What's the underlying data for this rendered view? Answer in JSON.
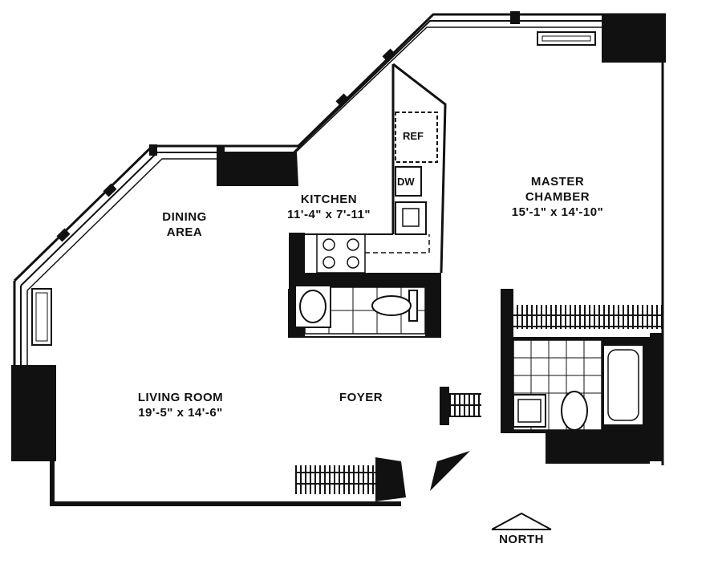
{
  "rooms": {
    "dining": {
      "name_line1": "DINING",
      "name_line2": "AREA"
    },
    "kitchen": {
      "name": "KITCHEN",
      "dims": "11'-4\" x 7'-11\""
    },
    "master": {
      "name_line1": "MASTER",
      "name_line2": "CHAMBER",
      "dims": "15'-1\" x 14'-10\""
    },
    "living": {
      "name": "LIVING ROOM",
      "dims": "19'-5\" x 14'-6\""
    },
    "foyer": {
      "name": "FOYER"
    }
  },
  "fixtures": {
    "ref": "REF",
    "dw": "DW"
  },
  "compass": {
    "label": "NORTH"
  },
  "colors": {
    "wall": "#111111",
    "line": "#222222",
    "background": "#ffffff"
  }
}
